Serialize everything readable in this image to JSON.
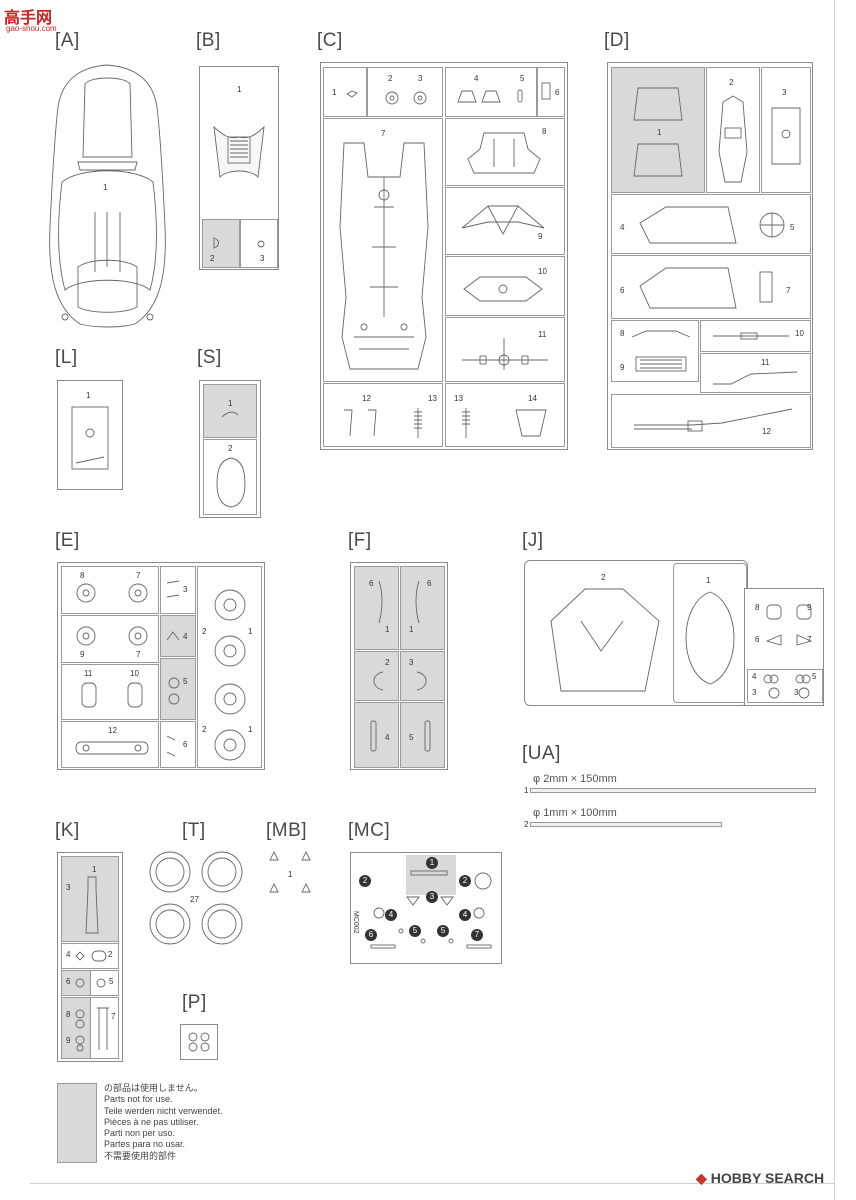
{
  "brand_top": {
    "title": "高手网",
    "subtitle": "gao-shou.com"
  },
  "brand_bottom": {
    "mark": "◆",
    "text": "HOBBY SEARCH"
  },
  "sections": {
    "A": "[A]",
    "B": "[B]",
    "C": "[C]",
    "D": "[D]",
    "L": "[L]",
    "S": "[S]",
    "E": "[E]",
    "F": "[F]",
    "J": "[J]",
    "UA": "[UA]",
    "K": "[K]",
    "T": "[T]",
    "MB": "[MB]",
    "MC": "[MC]",
    "P": "[P]"
  },
  "part_numbers": {
    "n1": "1",
    "n2": "2",
    "n3": "3",
    "n4": "4",
    "n5": "5",
    "n6": "6",
    "n7": "7",
    "n8": "8",
    "n9": "9",
    "n10": "10",
    "n11": "11",
    "n12": "12",
    "n13": "13",
    "n14": "14",
    "n27": "27"
  },
  "ua": {
    "rod1_num": "1",
    "rod1_label": "φ 2mm × 150mm",
    "rod2_num": "2",
    "rod2_label": "φ 1mm × 100mm"
  },
  "mc_code": "MC002",
  "legend": {
    "lines": [
      "の部品は使用しません。",
      "Parts not for use.",
      "Teile werden nicht verwendet.",
      "Pièces à ne pas utiliser.",
      "Parti non per uso.",
      "Partes para no usar.",
      "不需要使用的部件"
    ]
  },
  "colors": {
    "unused_gray": "#d9d9d9",
    "line": "#666666"
  }
}
